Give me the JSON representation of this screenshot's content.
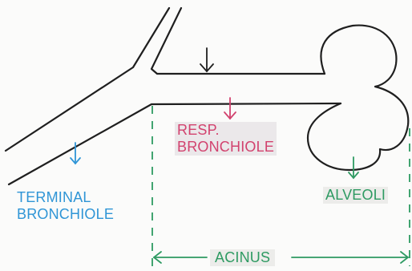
{
  "labels": {
    "terminal_bronchiole": [
      "TERMINAL",
      "BRONCHIOLE"
    ],
    "resp_bronchiole": [
      "RESP.",
      "BRONCHIOLE"
    ],
    "alveoli": "ALVEOLI",
    "acinus": "ACINUS"
  },
  "colors": {
    "outline": "#1f1f1f",
    "terminal": "#2f95d6",
    "resp": "#d2426e",
    "green": "#2e9a62"
  }
}
